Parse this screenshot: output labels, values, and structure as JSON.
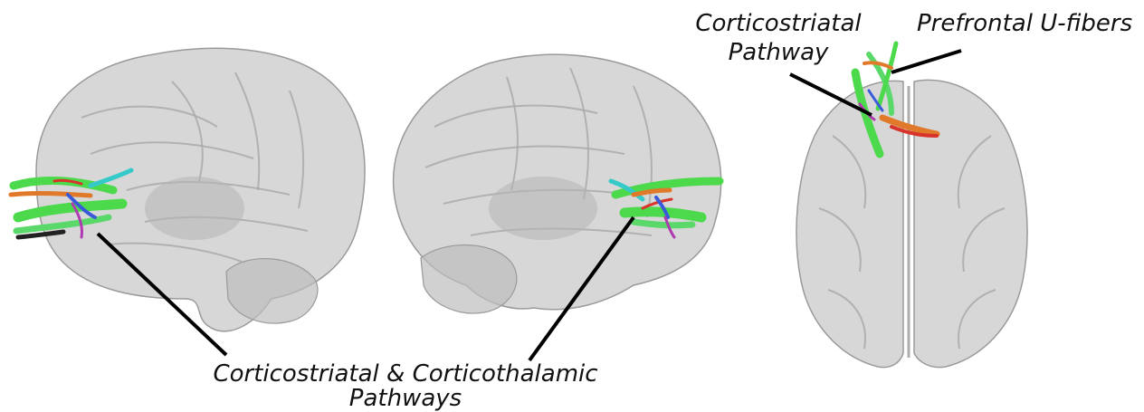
{
  "labels": {
    "corticostriatal_top_line1": "Corticostriatal",
    "corticostriatal_top_line2": "Pathway",
    "prefrontal_u_fibers": "Prefrontal U-fibers",
    "bottom_line1": "Corticostriatal & Corticothalamic",
    "bottom_line2": "Pathways"
  },
  "views": [
    "left-sagittal",
    "right-sagittal",
    "axial-top"
  ],
  "colors": {
    "brain_fill": "#c9c9c9",
    "brain_edge": "#9a9a9a",
    "tract_green": "#4cd94c",
    "tract_cyan": "#36c9c9",
    "tract_orange": "#e07a2a",
    "tract_red": "#d9342b",
    "tract_magenta": "#b03ab0",
    "tract_blue": "#3a5ad9",
    "pointer": "#000000"
  }
}
